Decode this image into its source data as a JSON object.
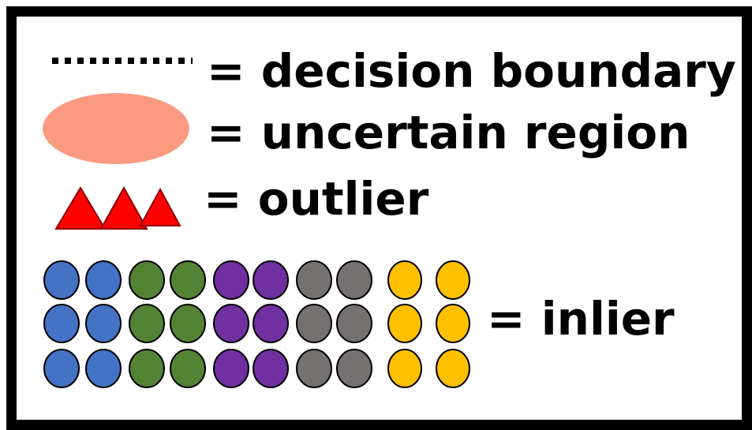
{
  "legend": {
    "decision_boundary": {
      "label": "= decision boundary"
    },
    "uncertain_region": {
      "label": "= uncertain region"
    },
    "outlier": {
      "label": "= outlier"
    },
    "inlier": {
      "label": "= inlier"
    }
  },
  "colors": {
    "frame": "#000000",
    "boundary_line": "#000000",
    "uncertain_fill": "#FA9A80",
    "outlier_fill": "#FF0000",
    "outlier_stroke": "#8B0000",
    "inlier_stroke": "#000000",
    "inlier_columns": [
      "#4472C4",
      "#4472C4",
      "#548235",
      "#548235",
      "#7030A0",
      "#7030A0",
      "#767171",
      "#767171",
      "#FFC000",
      "#FFC000"
    ]
  }
}
